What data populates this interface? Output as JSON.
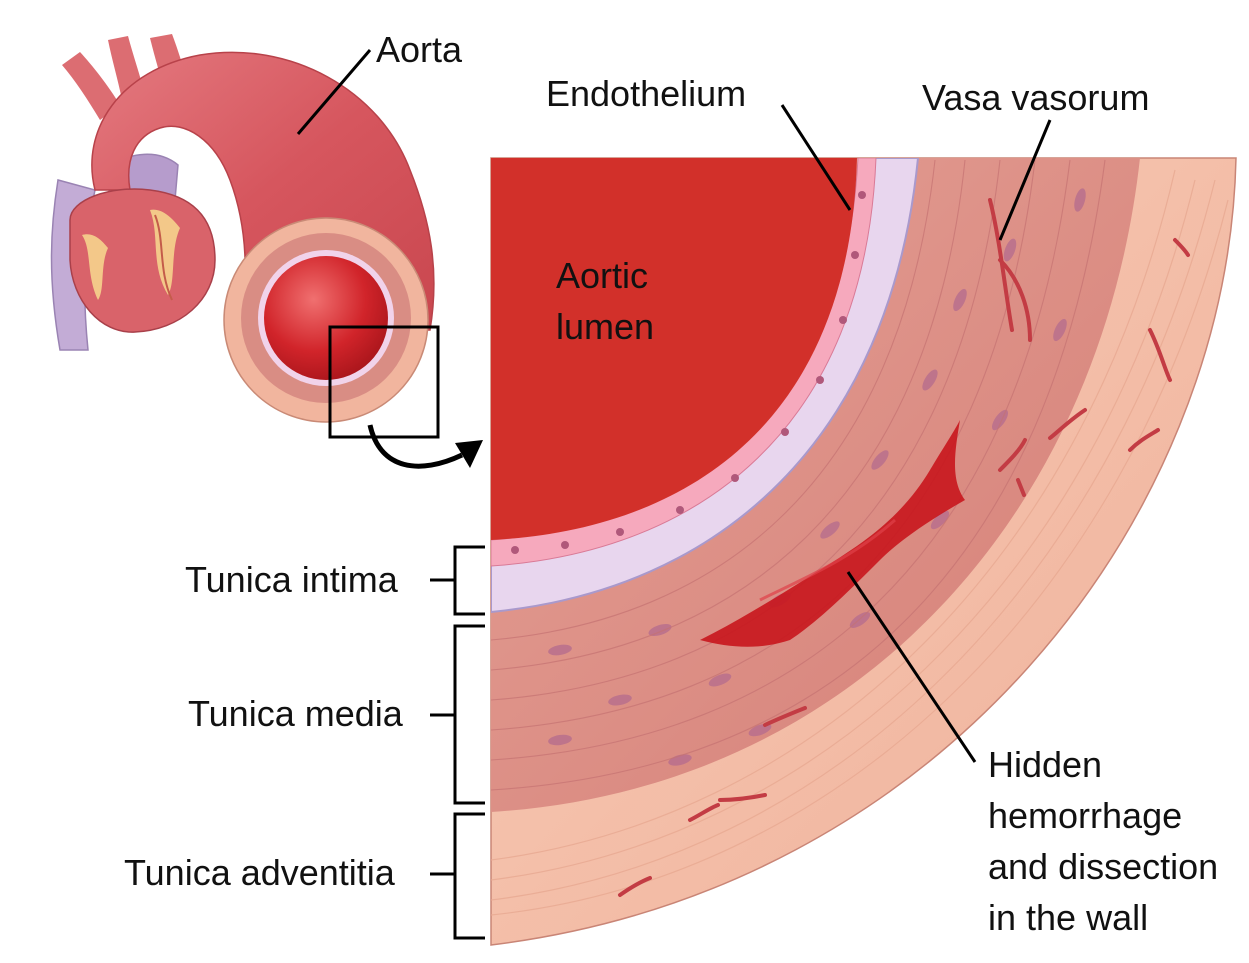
{
  "labels": {
    "aorta": "Aorta",
    "endothelium": "Endothelium",
    "vasa_vasorum": "Vasa vasorum",
    "aortic_lumen_line1": "Aortic",
    "aortic_lumen_line2": "lumen",
    "tunica_intima": "Tunica intima",
    "tunica_media": "Tunica media",
    "tunica_adventitia": "Tunica adventitia",
    "hemorrhage_line1": "Hidden",
    "hemorrhage_line2": "hemorrhage",
    "hemorrhage_line3": "and dissection",
    "hemorrhage_line4": "in the wall"
  },
  "colors": {
    "lumen": "#d2302a",
    "intima_pink": "#f4a6b8",
    "intima_lavender": "#e6d4ee",
    "media": "#d98a82",
    "adventitia": "#f3c2ad",
    "hemorrhage": "#c8161d",
    "heart": "#d9636a",
    "vein": "#b8a2cc"
  }
}
